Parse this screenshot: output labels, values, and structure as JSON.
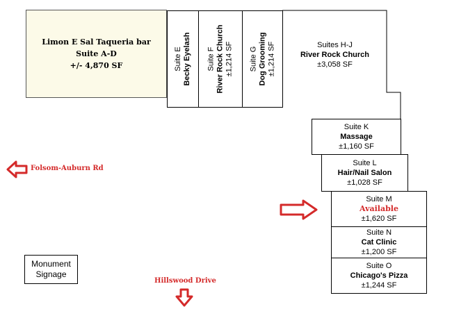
{
  "suites": {
    "ad": {
      "name": "Limon E Sal Taqueria bar",
      "suite": "Suite A-D",
      "size": "+/- 4,870 SF"
    },
    "e": {
      "suite": "Suite E",
      "name": "Becky Eyelash"
    },
    "f": {
      "suite": "Suite F",
      "name": "River Rock Church",
      "size": "±1,214 SF"
    },
    "g": {
      "suite": "Suite G",
      "name": "Dog Grooming",
      "size": "±1,214 SF"
    },
    "hj": {
      "suite": "Suites H-J",
      "name": "River Rock Church",
      "size": "±3,058 SF"
    },
    "k": {
      "suite": "Suite K",
      "name": "Massage",
      "size": "±1,160 SF"
    },
    "l": {
      "suite": "Suite L",
      "name": "Hair/Nail Salon",
      "size": "±1,028 SF"
    },
    "m": {
      "suite": "Suite M",
      "name": "Available",
      "size": "±1,620 SF"
    },
    "n": {
      "suite": "Suite N",
      "name": "Cat Clinic",
      "size": "±1,200 SF"
    },
    "o": {
      "suite": "Suite O",
      "name": "Chicago's Pizza",
      "size": "±1,244 SF"
    }
  },
  "roads": {
    "west": "Folsom-Auburn Rd",
    "south": "Hillswood Drive"
  },
  "signage": {
    "line1": "Monument",
    "line2": "Signage"
  },
  "colors": {
    "accent": "#d42a2a",
    "anchor_fill": "#fcfae8",
    "outline": "#000000"
  },
  "icons": [
    "left-arrow-icon",
    "right-arrow-icon",
    "down-arrow-icon"
  ]
}
